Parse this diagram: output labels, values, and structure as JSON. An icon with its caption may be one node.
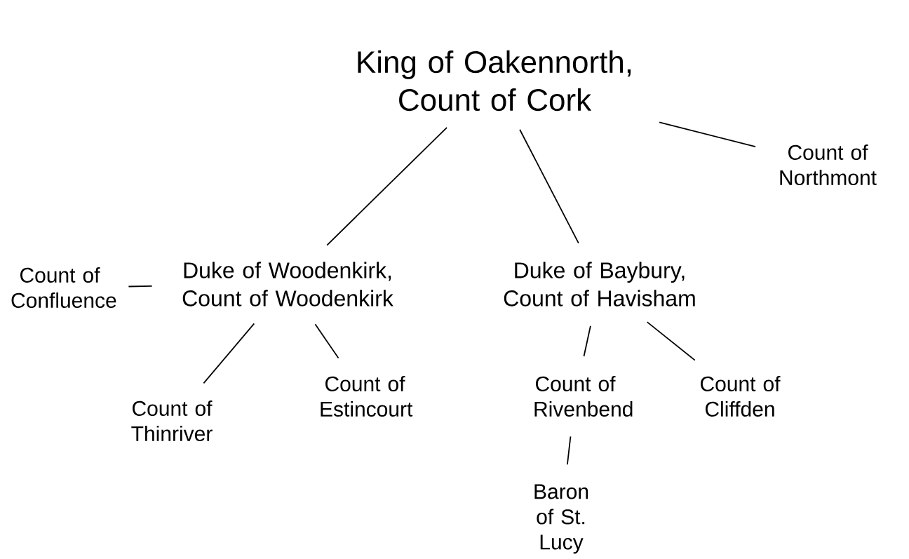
{
  "diagram": {
    "nodes": [
      {
        "text": [
          "King of Oakennorth, Count of Cork"
        ]
      },
      {
        "text": [
          "Count of Northmont"
        ]
      },
      {
        "text": [
          "Duke of Woodenkirk, Count of Woodenkirk"
        ]
      },
      {
        "text": [
          "Duke of Baybury, Count of Havisham"
        ]
      },
      {
        "text": [
          "Count of Confluence"
        ]
      },
      {
        "text": [
          "Count of Thinriver"
        ]
      },
      {
        "text": [
          "Count of Estincourt"
        ]
      },
      {
        "text": [
          "Count of Rivenbend"
        ]
      },
      {
        "text": [
          "Count of Cliffden"
        ]
      },
      {
        "text": [
          "Baron of St. Lucy"
        ]
      }
    ],
    "edges": [
      {
        "from": 0,
        "to": 1,
        "arrow": "none"
      },
      {
        "from": 0,
        "to": 2,
        "arrow": "none"
      },
      {
        "from": 0,
        "to": 3,
        "arrow": "none"
      },
      {
        "from": 2,
        "to": 4,
        "arrow": "none"
      },
      {
        "from": 2,
        "to": 5,
        "arrow": "none"
      },
      {
        "from": 2,
        "to": 6,
        "arrow": "none"
      },
      {
        "from": 3,
        "to": 7,
        "arrow": "none"
      },
      {
        "from": 3,
        "to": 8,
        "arrow": "none"
      },
      {
        "from": 7,
        "to": 9,
        "arrow": "none"
      }
    ]
  }
}
